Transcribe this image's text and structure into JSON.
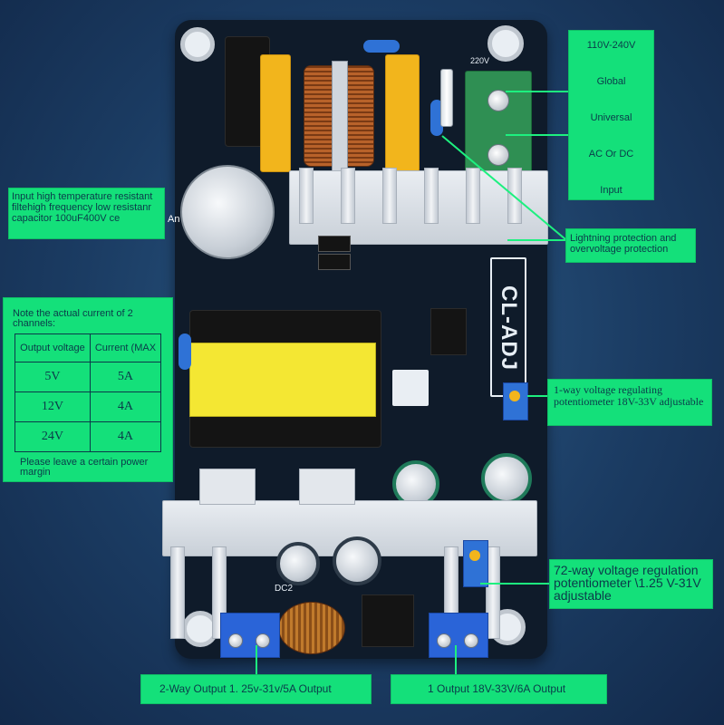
{
  "labels": {
    "input_spec": [
      "110V-240V",
      "Global",
      "Universal",
      "AC Or DC",
      "Input"
    ],
    "capacitor": "Input high temperature resistant filtehigh frequency low resistanr capacitor 100uF400V ce",
    "lightning": "Lightning protection and overvoltage protection",
    "note_title": "Note the actual current of 2 channels:",
    "note_footer": "Please leave a certain power margin",
    "pot1": "1-way voltage regulating potentiometer 18V-33V adjustable",
    "pot2": "72-way voltage regulation potentiometer \\1.25 V-31V adjustable",
    "out2": "2-Way Output 1. 25v-31v/5A Output",
    "out1": "1 Output 18V-33V/6A Output"
  },
  "table": {
    "headers": [
      "Output voltage",
      "Current (MAX"
    ],
    "rows": [
      [
        "5V",
        "5A"
      ],
      [
        "12V",
        "4A"
      ],
      [
        "24V",
        "4A"
      ]
    ]
  },
  "board": {
    "model": "CL-ADJ",
    "silk_220v": "220V",
    "silk_dc2": "DC2",
    "silk_an": "An"
  }
}
